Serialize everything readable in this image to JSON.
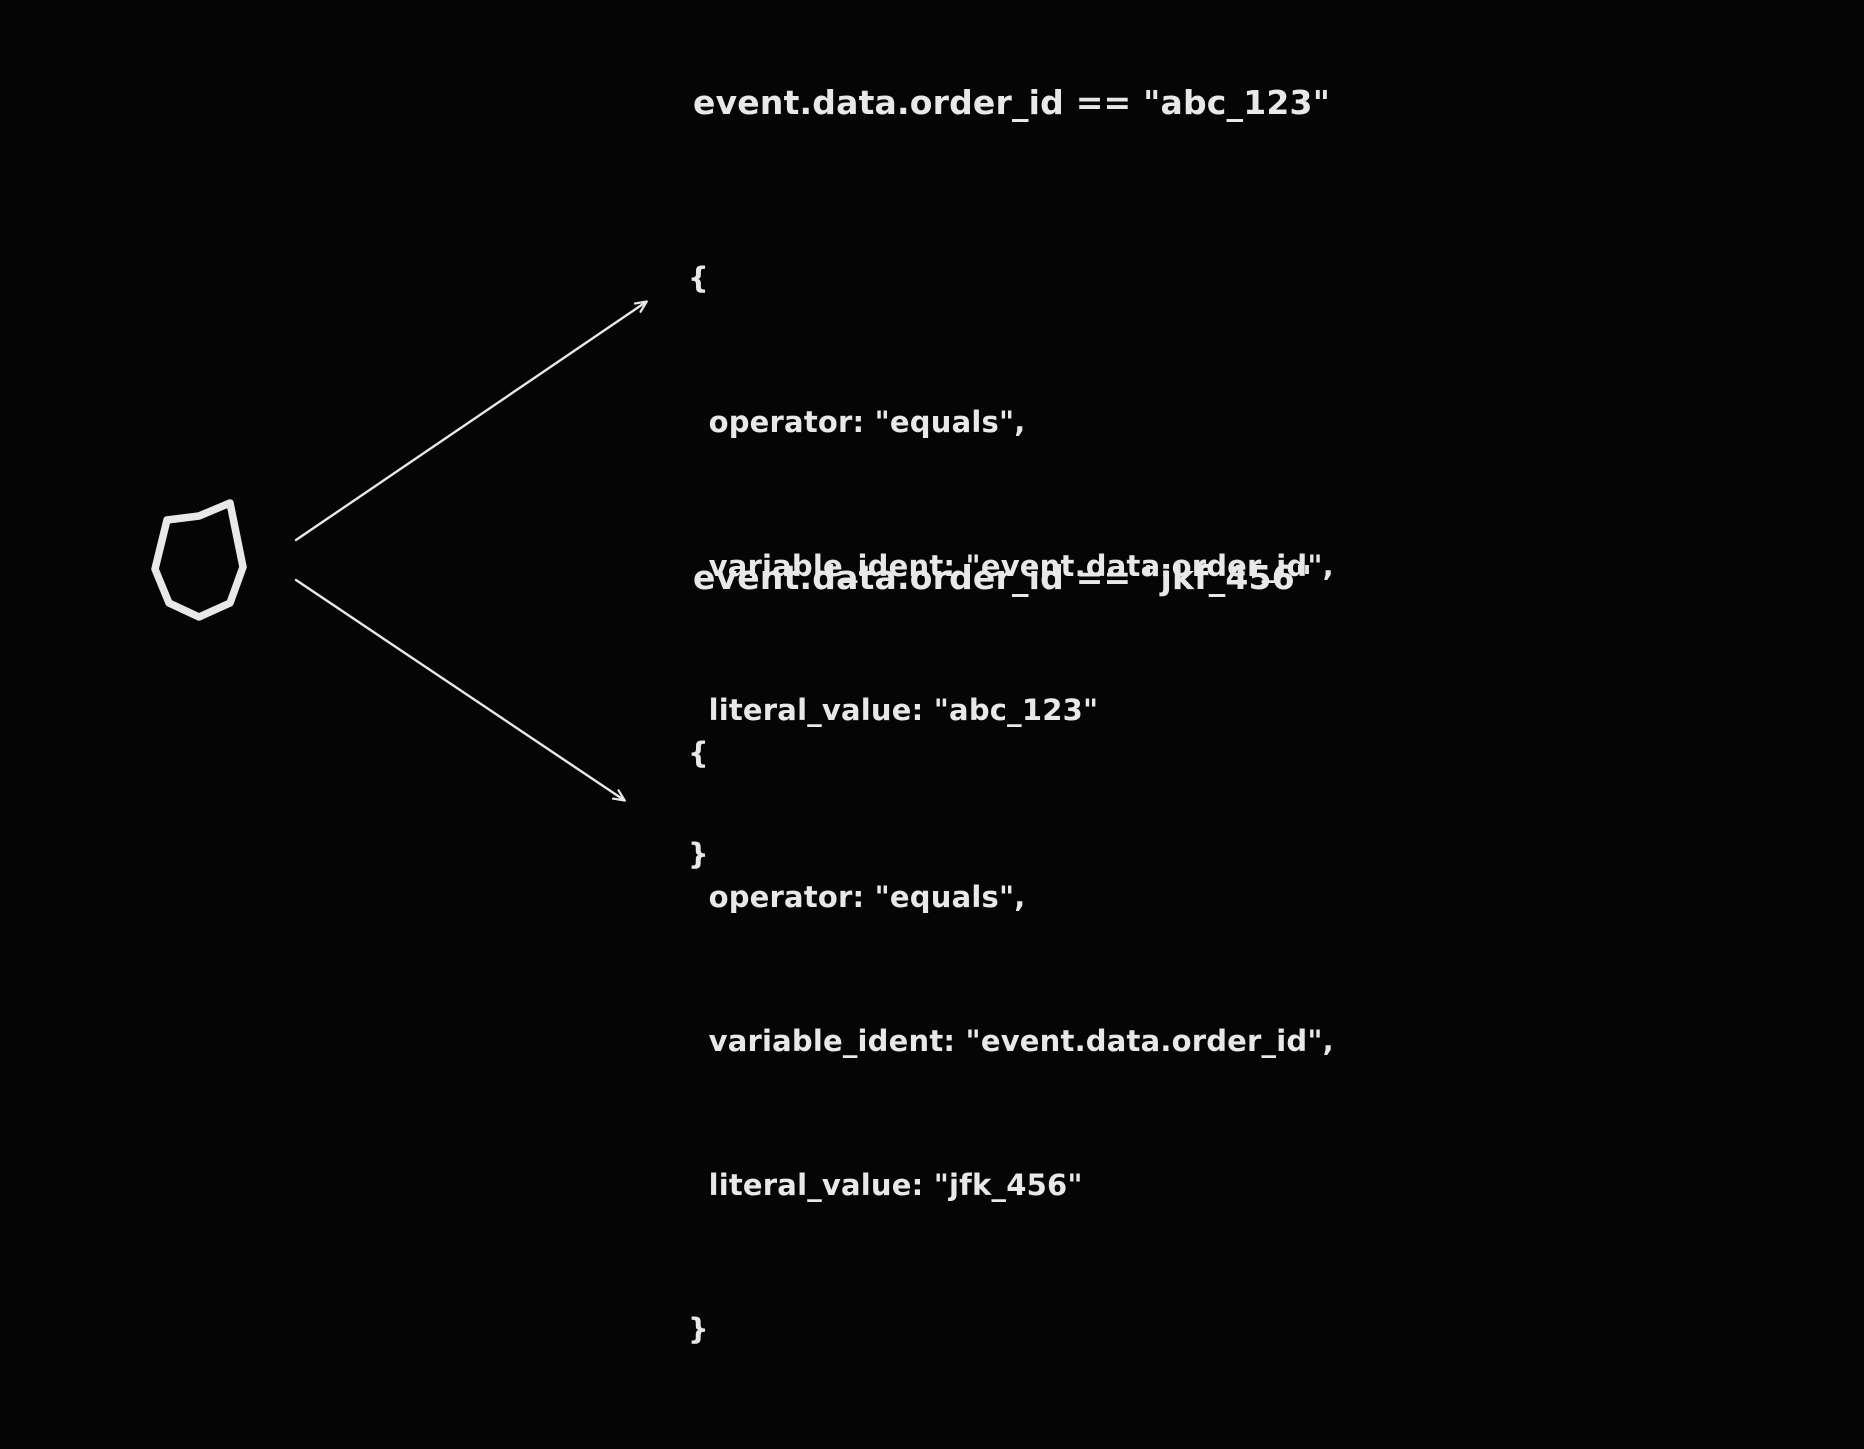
{
  "diagram": {
    "background_color": "#050505",
    "stroke_color": "#e8e8e8",
    "node": {
      "name": "condition-group-node",
      "shape": "octagon"
    },
    "branches": [
      {
        "id": "branch-1",
        "heading": "event.data.order_id == \"abc_123\"",
        "code_lines": [
          "{",
          "  operator: \"equals\",",
          "  variable_ident: \"event.data.order_id\",",
          "  literal_value: \"abc_123\"",
          "}"
        ],
        "fields": {
          "operator": "equals",
          "variable_ident": "event.data.order_id",
          "literal_value": "abc_123"
        },
        "edge_label": ""
      },
      {
        "id": "branch-2",
        "heading": "event.data.order_id == \"jkf_456\"",
        "code_lines": [
          "{",
          "  operator: \"equals\",",
          "  variable_ident: \"event.data.order_id\",",
          "  literal_value: \"jfk_456\"",
          "}"
        ],
        "fields": {
          "operator": "equals",
          "variable_ident": "event.data.order_id",
          "literal_value": "jfk_456"
        },
        "edge_label": ""
      }
    ]
  }
}
